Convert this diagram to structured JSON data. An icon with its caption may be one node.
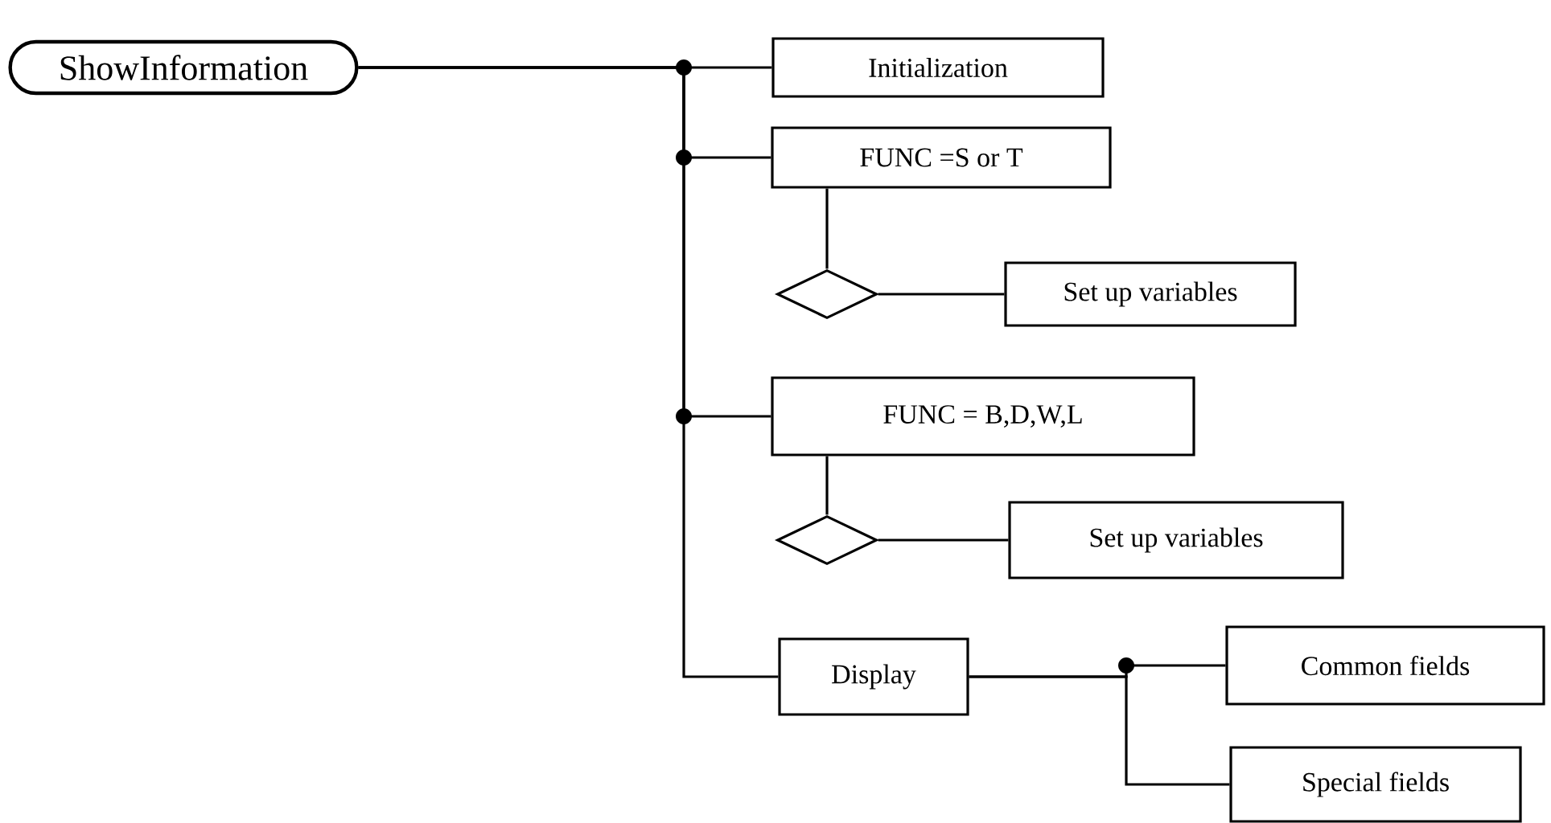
{
  "diagram": {
    "nodes": [
      {
        "text": [
          "ShowInformation"
        ]
      },
      {
        "text": [
          "Initialization"
        ]
      },
      {
        "text": [
          "FUNC =S or T"
        ]
      },
      {
        "text": [],
        "shape": "diamond"
      },
      {
        "text": [
          "Set up variables"
        ]
      },
      {
        "text": [
          "FUNC = B,D,W,L"
        ]
      },
      {
        "text": [],
        "shape": "diamond"
      },
      {
        "text": [
          "Set up variables"
        ]
      },
      {
        "text": [
          "Display"
        ]
      },
      {
        "text": [
          "Common fields"
        ]
      },
      {
        "text": [
          "Special fields"
        ]
      }
    ],
    "edges": [
      {
        "from": 0,
        "to": 1,
        "arrow": "none"
      },
      {
        "from": 0,
        "to": 2,
        "arrow": "none"
      },
      {
        "from": 0,
        "to": 5,
        "arrow": "none"
      },
      {
        "from": 0,
        "to": 8,
        "arrow": "none"
      },
      {
        "from": 2,
        "to": 3,
        "arrow": "none"
      },
      {
        "from": 3,
        "to": 4,
        "arrow": "none"
      },
      {
        "from": 5,
        "to": 6,
        "arrow": "none"
      },
      {
        "from": 6,
        "to": 7,
        "arrow": "none"
      },
      {
        "from": 8,
        "to": 9,
        "arrow": "none"
      },
      {
        "from": 8,
        "to": 10,
        "arrow": "none"
      }
    ]
  }
}
